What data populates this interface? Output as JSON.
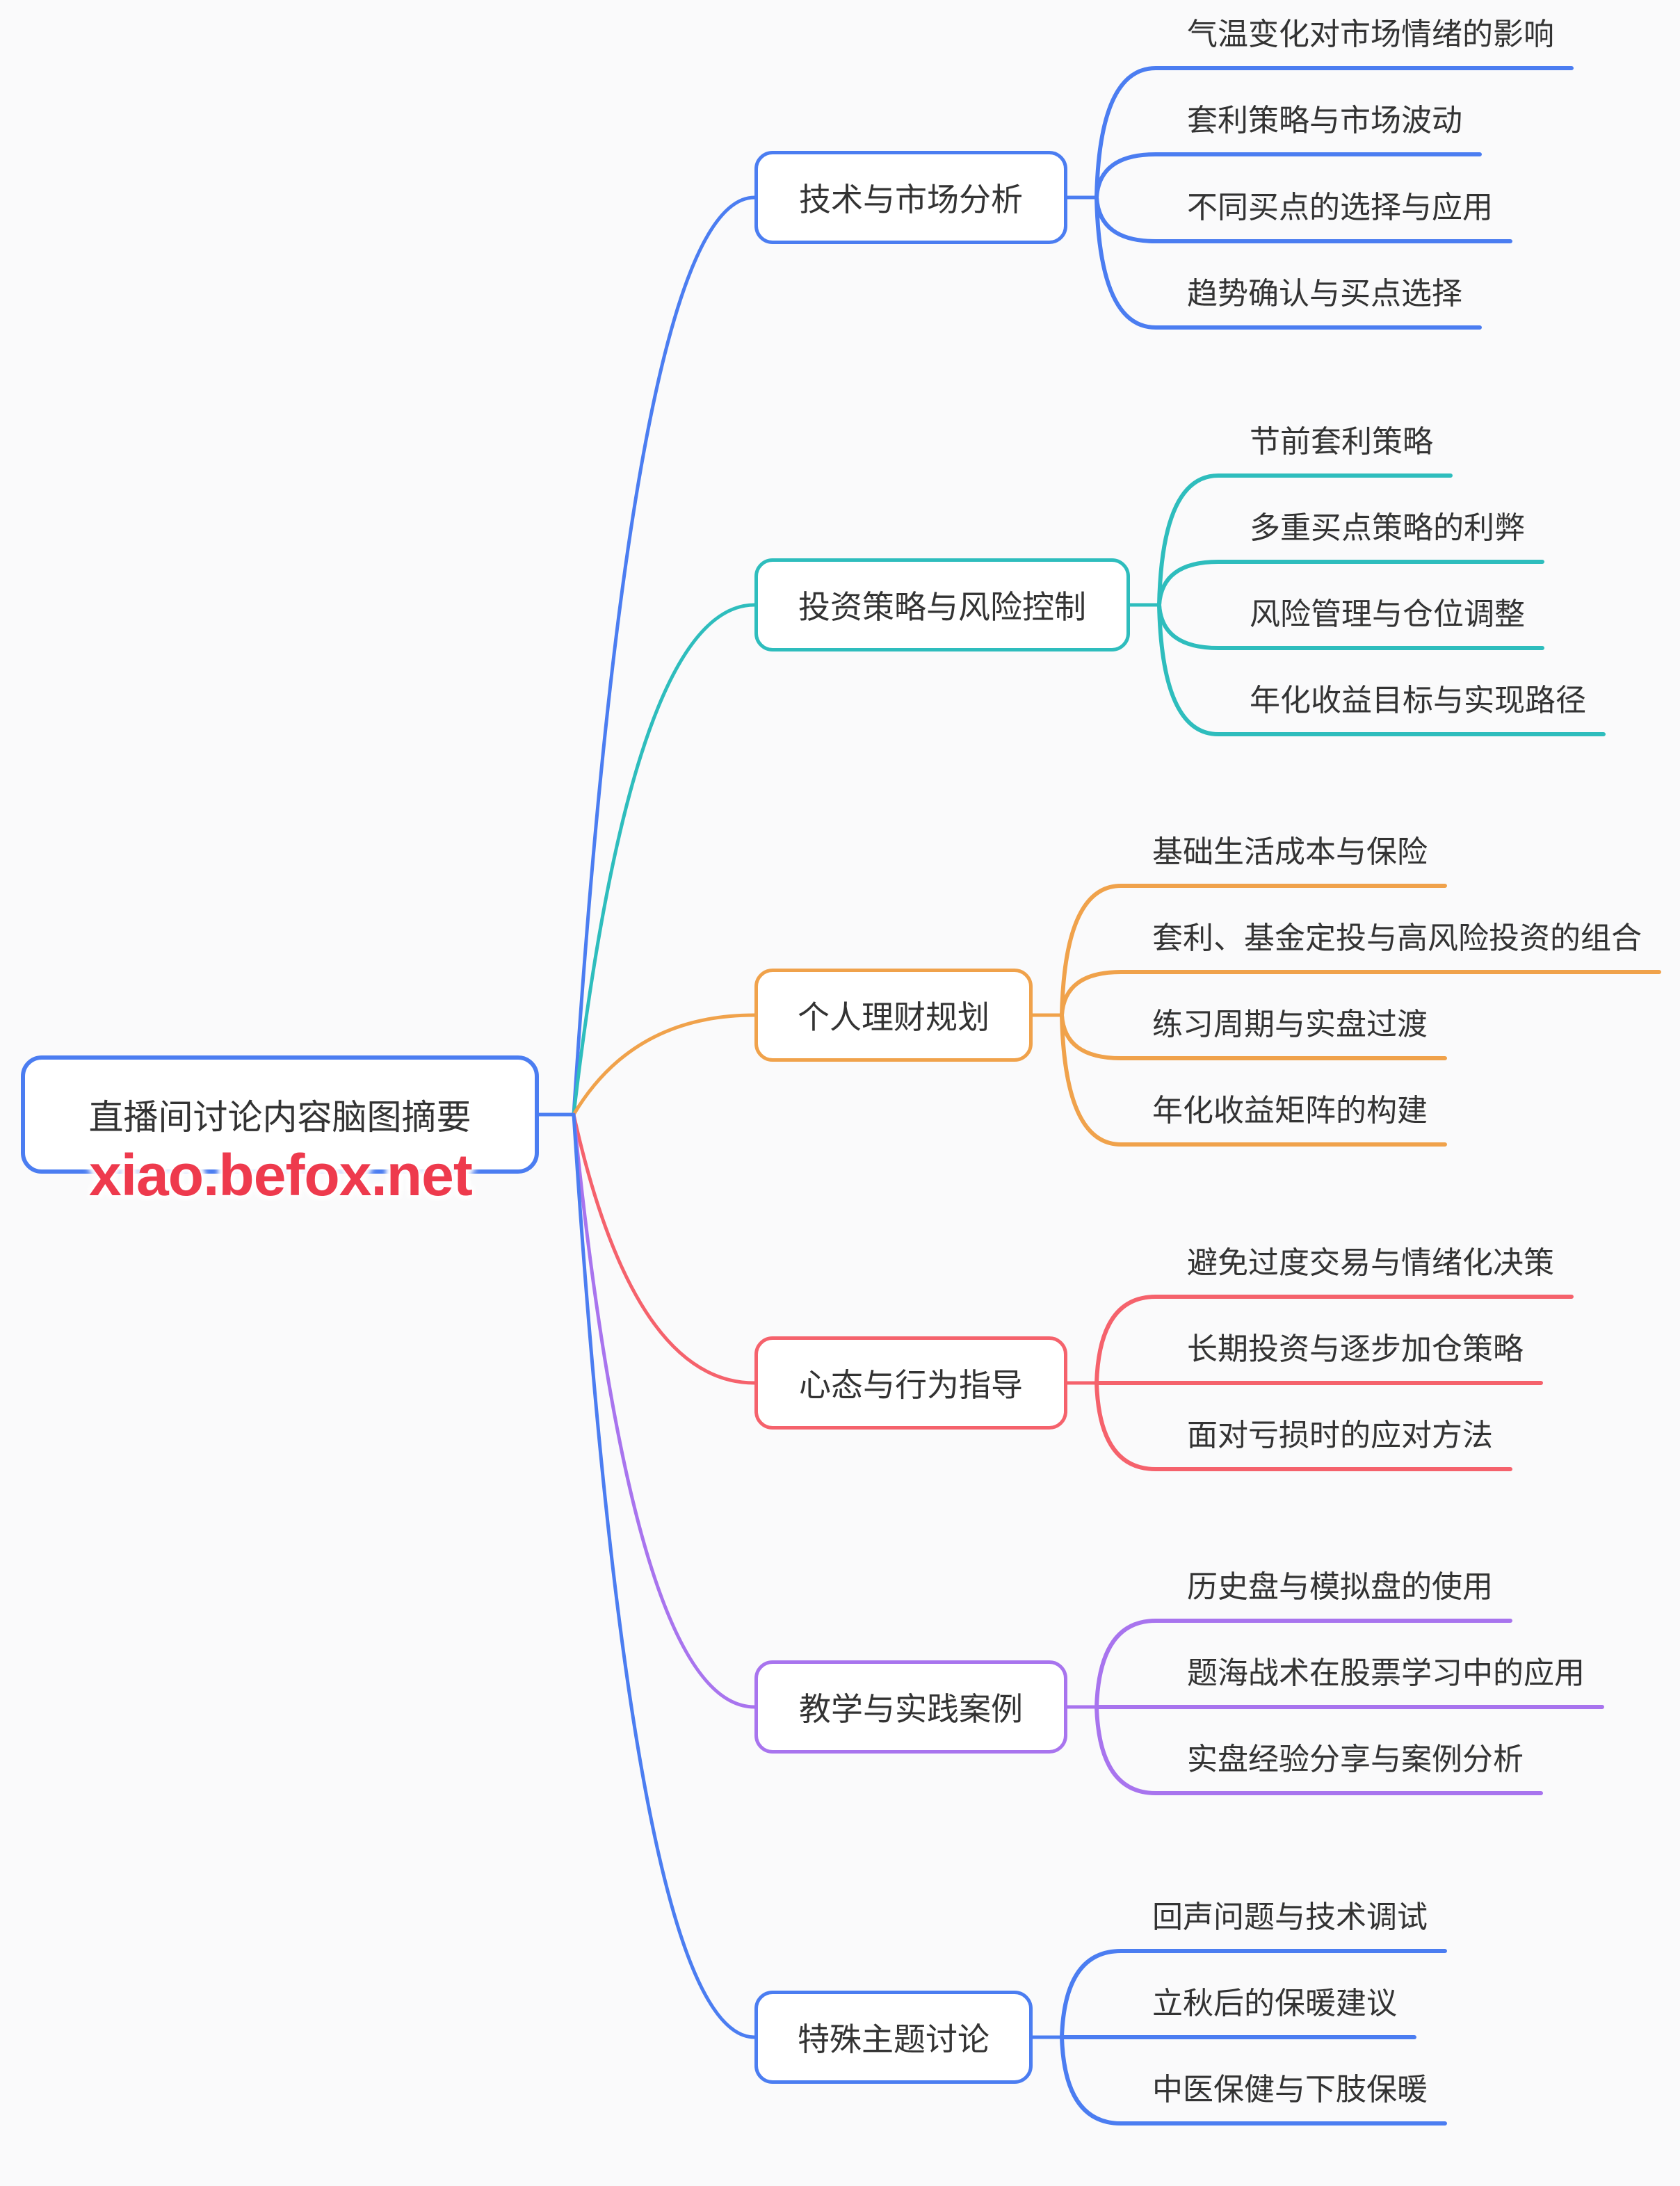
{
  "root": {
    "label": "直播间讨论内容脑图摘要",
    "color": "#4B7DF1"
  },
  "watermark": {
    "text": "xiao.befox.net",
    "color": "#EE3A4D"
  },
  "branches": [
    {
      "label": "技术与市场分析",
      "color": "#4B7DF1",
      "children": [
        "气温变化对市场情绪的影响",
        "套利策略与市场波动",
        "不同买点的选择与应用",
        "趋势确认与买点选择"
      ]
    },
    {
      "label": "投资策略与风险控制",
      "color": "#2EBDBD",
      "children": [
        "节前套利策略",
        "多重买点策略的利弊",
        "风险管理与仓位调整",
        "年化收益目标与实现路径"
      ]
    },
    {
      "label": "个人理财规划",
      "color": "#F0A24B",
      "children": [
        "基础生活成本与保险",
        "套利、基金定投与高风险投资的组合",
        "练习周期与实盘过渡",
        "年化收益矩阵的构建"
      ]
    },
    {
      "label": "心态与行为指导",
      "color": "#F5626C",
      "children": [
        "避免过度交易与情绪化决策",
        "长期投资与逐步加仓策略",
        "面对亏损时的应对方法"
      ]
    },
    {
      "label": "教学与实践案例",
      "color": "#A874EE",
      "children": [
        "历史盘与模拟盘的使用",
        "题海战术在股票学习中的应用",
        "实盘经验分享与案例分析"
      ]
    },
    {
      "label": "特殊主题讨论",
      "color": "#4B7DF1",
      "children": [
        "回声问题与技术调试",
        "立秋后的保暖建议",
        "中医保健与下肢保暖"
      ]
    }
  ]
}
